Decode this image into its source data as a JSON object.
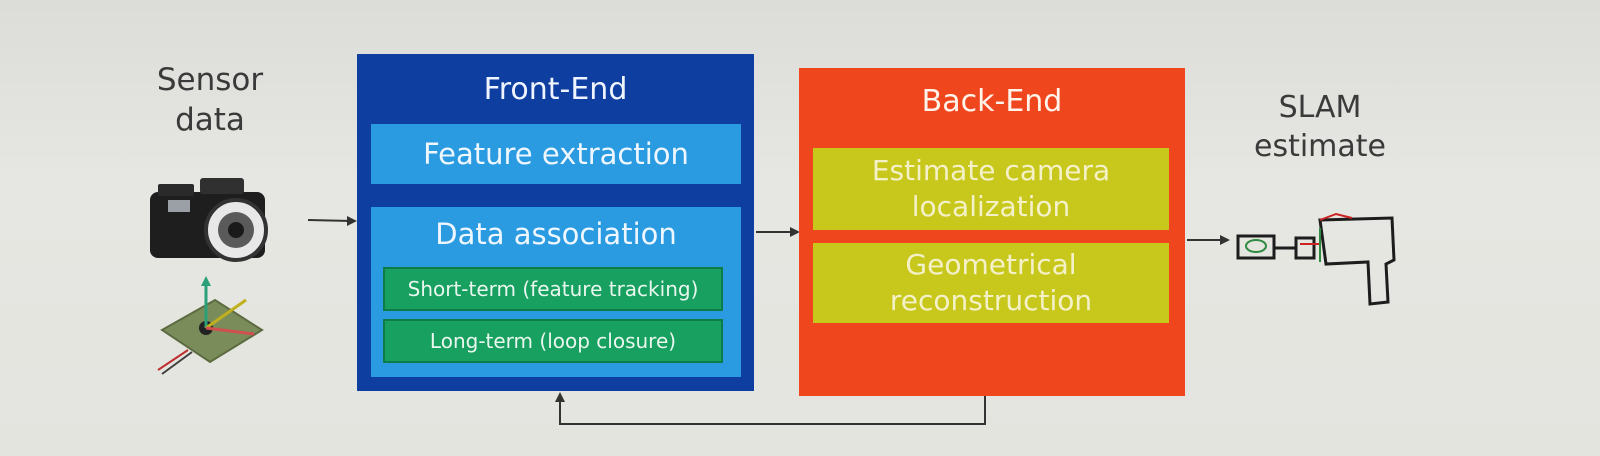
{
  "input_label": "Sensor\ndata",
  "output_label": "SLAM\nestimate",
  "front_end": {
    "title": "Front-End",
    "feature_extraction": "Feature extraction",
    "data_association": {
      "title": "Data association",
      "short_term": "Short-term (feature tracking)",
      "long_term": "Long-term (loop closure)"
    }
  },
  "back_end": {
    "title": "Back-End",
    "estimate": "Estimate camera\nlocalization",
    "reconstruction": "Geometrical\nreconstruction"
  },
  "icons": [
    "camera-icon",
    "imu-sensor-icon",
    "slam-map-icon"
  ],
  "colors": {
    "front_end": "#0d3ea0",
    "front_end_inner": "#2a9be0",
    "green": "#17a060",
    "back_end": "#f0461e",
    "yellow": "#c8c81c"
  }
}
